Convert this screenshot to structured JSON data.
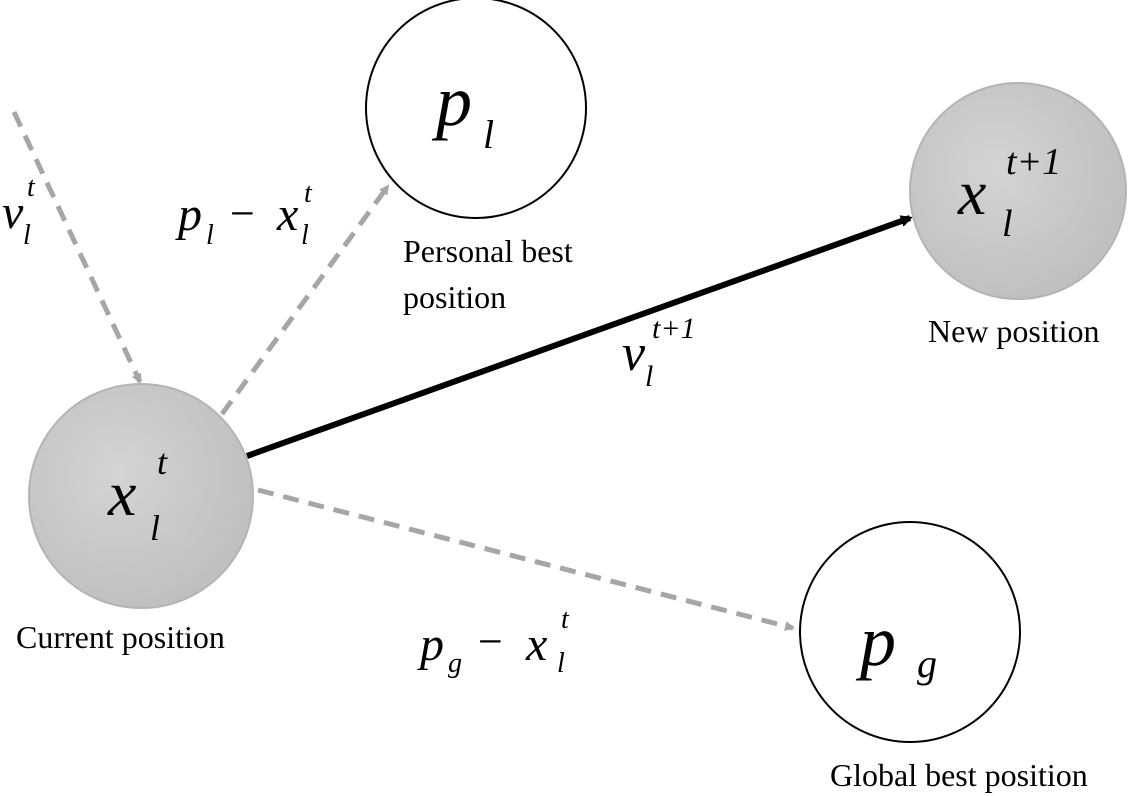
{
  "diagram": {
    "nodes": {
      "current": {
        "symbol": "x",
        "sup": "t",
        "sub": "l",
        "caption": "Current position",
        "fill": "#c8c8c8"
      },
      "personal_best": {
        "symbol": "p",
        "sub": "l",
        "caption_line1": "Personal best",
        "caption_line2": "position",
        "fill": "#ffffff"
      },
      "new_position": {
        "symbol": "x",
        "sup": "t+1",
        "sub": "l",
        "caption": "New position",
        "fill": "#c8c8c8"
      },
      "global_best": {
        "symbol": "p",
        "sub": "g",
        "caption": "Global best position",
        "fill": "#ffffff"
      }
    },
    "edges": {
      "velocity_current": {
        "symbol": "v",
        "sup": "t",
        "sub": "l",
        "style": "dashed",
        "color": "#a6a6a6"
      },
      "to_personal_best": {
        "p": "p",
        "p_sub": "l",
        "minus": "−",
        "x": "x",
        "x_sup": "t",
        "x_sub": "l",
        "style": "dashed",
        "color": "#a6a6a6"
      },
      "velocity_new": {
        "symbol": "v",
        "sup": "t+1",
        "sub": "l",
        "style": "solid",
        "color": "#000000"
      },
      "to_global_best": {
        "p": "p",
        "p_sub": "g",
        "minus": "−",
        "x": "x",
        "x_sup": "t",
        "x_sub": "l",
        "style": "dashed",
        "color": "#a6a6a6"
      }
    }
  }
}
